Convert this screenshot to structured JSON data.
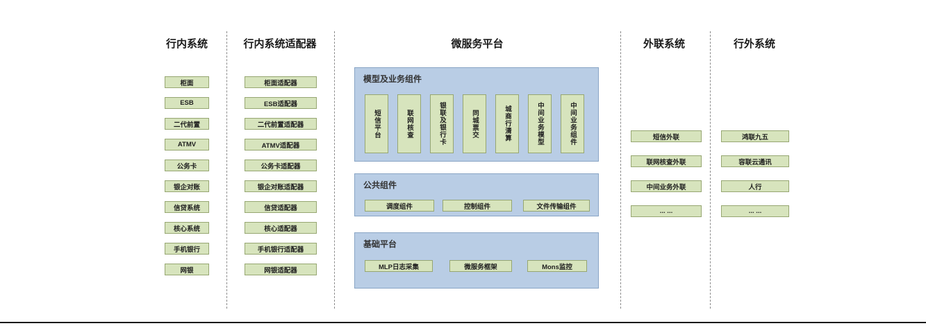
{
  "colors": {
    "box_fill_green": "#d7e4bd",
    "box_border_green": "#96a671",
    "panel_fill_blue": "#b9cde5",
    "panel_border_blue": "#89a5c5",
    "text": "#1a1a1a"
  },
  "diagram": {
    "columns": [
      {
        "title": "行内系统",
        "items": [
          "柜面",
          "ESB",
          "二代前置",
          "ATMV",
          "公务卡",
          "银企对账",
          "信贷系统",
          "核心系统",
          "手机银行",
          "网银"
        ]
      },
      {
        "title": "行内系统适配器",
        "items": [
          "柜面适配器",
          "ESB适配器",
          "二代前置适配器",
          "ATMV适配器",
          "公务卡适配器",
          "银企对账适配器",
          "信贷适配器",
          "核心适配器",
          "手机银行适配器",
          "网银适配器"
        ]
      },
      {
        "title": "微服务平台",
        "groups": [
          {
            "title": "模型及业务组件",
            "items": [
              "短信平台",
              "联网核查",
              "银联及银行卡",
              "同城票交",
              "城商行清算",
              "中间业务模型",
              "中间业务组件"
            ]
          },
          {
            "title": "公共组件",
            "items": [
              "调度组件",
              "控制组件",
              "文件传输组件"
            ]
          },
          {
            "title": "基础平台",
            "items": [
              "MLP日志采集",
              "微服务框架",
              "Mons监控"
            ]
          }
        ]
      },
      {
        "title": "外联系统",
        "items": [
          "短信外联",
          "联网核查外联",
          "中间业务外联",
          "... ..."
        ]
      },
      {
        "title": "行外系统",
        "items": [
          "鸿联九五",
          "容联云通讯",
          "人行",
          "... ..."
        ]
      }
    ]
  }
}
